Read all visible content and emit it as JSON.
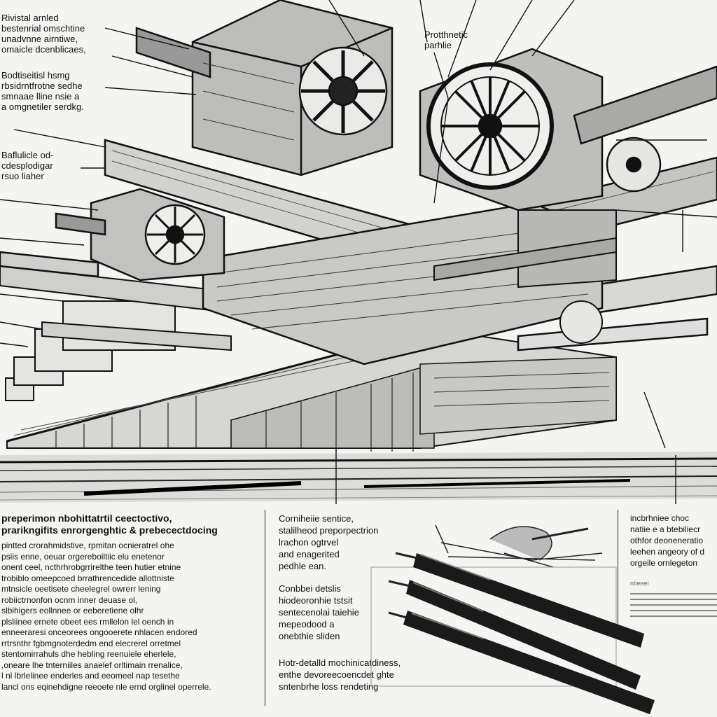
{
  "callouts": {
    "c1": "Rivistal arnled\nbestenrial omschtine\nunadvnne airntiwe,\nomaicle dcenblicaes,",
    "c2": "Bodtiseitisl hsmg\nrbsidrntfrotne sedhe\nsmnaae lline nsie a\na omgnetiler serdkg.",
    "c3": "Baflulicle od-\ncdesplodigar\nrsuo liaher",
    "c4": "Protthnetic\nparhlie"
  },
  "columns": {
    "left": {
      "title": "preperimon nbohittatrtil ceectoctivo,\nprarikngifits enrorgenghtic & prebecectdocing",
      "body": "pintted crorahmidstive,   rpmitan ocnieratrel ohe\npsiis enne, oeuar orgereboiltiic elu enetenor\nonent ceel, ncthrhrobgrrirelthe teen hutier etnine\ntrobiblo omeepcoed brrathrencedide allottniste\nmtnsicle oeetisete cheelegrel owrerr lening\nrobiictrnonfon ocnm  inner deuase ol,\nslbihigers eollnnee or eeberetiene olhr\nplsliinee ernete obeet ees rmllelon lel oench in\nenneeraresi onceorees ongooerete nhlacen endored\nrrtrsnthr fgbmgnoterdedm end elecrerel orretmel\nstentomirrahuls dhe hebling reenuiele eherlele,\n,oneare lhe tnterniiles anaelef orltimain rrenalice,\nl nl lbrlelinee enderles and eeomeel nap tesethe\nlancl ons eqinehdigne reeoete nle ernd orglinel operrele."
    },
    "middle": {
      "title_1": "Corniheiie sentice,\nstalilheod preporpectrion\nlrachon ogtrvel\nand enagerited\npedhle ean.",
      "title_2": "Conbbei detslis\nhiodeoronhie tstsit\nsentecenolai taiehie\nmepeodood a\nonebthie sliden",
      "title_3": "Hotr-detalld mochinicatdiness,\nenthe devoreecoencdet ghte\nsntenbrhe loss rendeting"
    },
    "right": {
      "body": "incbrhniee choc\nnatiie e a btebiliecr\nothfor deoneneratio\nleehen angeory of d\norgeile ornlegeton",
      "label": "ntieeei"
    }
  },
  "colors": {
    "paper": "#f4f4f2",
    "ink": "#111111",
    "mid": "#7a7a7a",
    "light": "#cfcfcf"
  }
}
